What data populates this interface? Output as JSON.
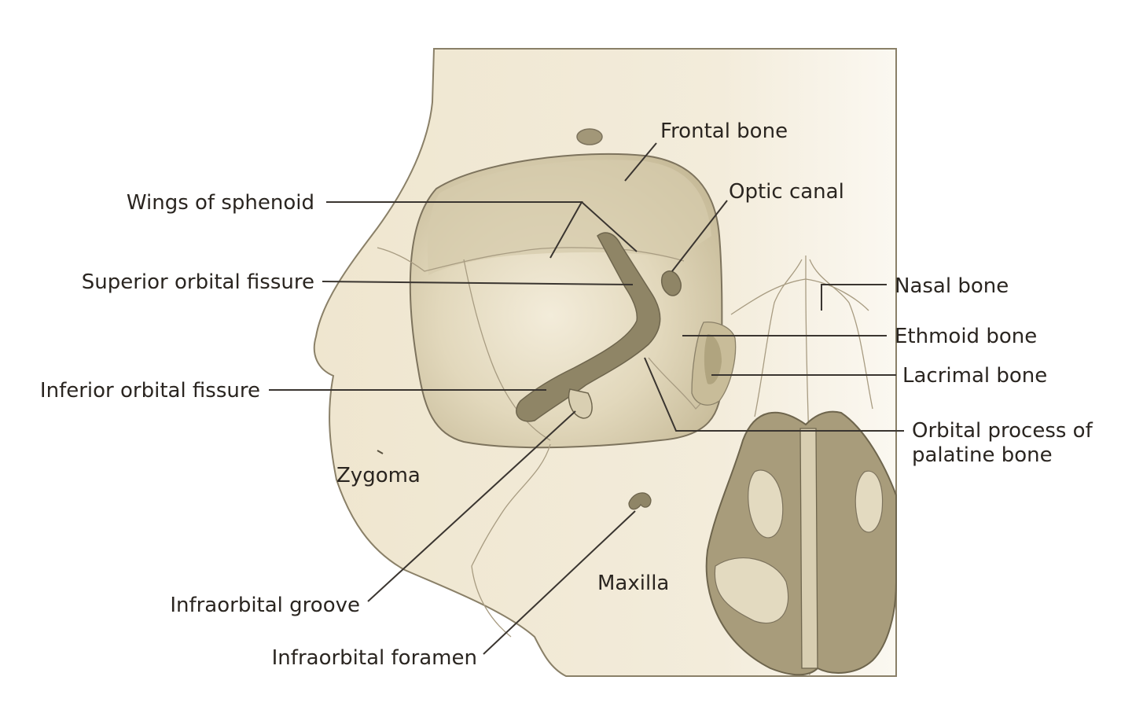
{
  "colors": {
    "background": "#ffffff",
    "bone_light": "#f2ead6",
    "bone_mid": "#ddd2b4",
    "orbit_shade": "#c9bd9c",
    "dark_fissure": "#8f8566",
    "outline": "#7d735d",
    "label_text": "#2a2520"
  },
  "labels": {
    "frontal_bone": "Frontal bone",
    "optic_canal": "Optic canal",
    "wings_of_sphenoid": "Wings of sphenoid",
    "superior_orbital_fissure": "Superior orbital fissure",
    "nasal_bone": "Nasal bone",
    "ethmoid_bone": "Ethmoid bone",
    "lacrimal_bone": "Lacrimal bone",
    "inferior_orbital_fissure": "Inferior orbital fissure",
    "orbital_process_line1": "Orbital process of",
    "orbital_process_line2": "palatine bone",
    "zygoma": "Zygoma",
    "maxilla": "Maxilla",
    "infraorbital_groove": "Infraorbital groove",
    "infraorbital_foramen": "Infraorbital foramen"
  }
}
